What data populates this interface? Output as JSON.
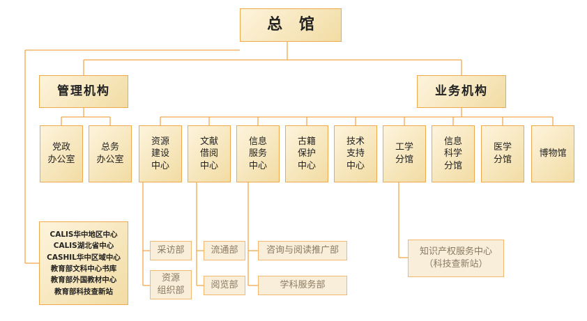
{
  "root": "总 馆",
  "management": {
    "label": "管理机构",
    "units": [
      "党政\n办公室",
      "总务\n办公室"
    ]
  },
  "business": {
    "label": "业务机构",
    "units": [
      "资源\n建设\n中心",
      "文献\n借阅\n中心",
      "信息\n服务\n中心",
      "古籍\n保护\n中心",
      "技术\n支持\n中心",
      "工学\n分馆",
      "信息\n科学\n分馆",
      "医学\n分馆",
      "博物馆"
    ]
  },
  "departments": {
    "caifang": "采访部",
    "ziyuan_zuzhi": "资源\n组织部",
    "liutong": "流通部",
    "yuelan": "阅览部",
    "zixun": "咨询与阅读推广部",
    "xueke": "学科服务部",
    "zhishi": "知识产权服务中心\n（科技查新站）"
  },
  "centers": [
    "CALIS华中地区中心",
    "CALIS湖北省中心",
    "CASHIL华中区域中心",
    "教育部文科中心书库",
    "教育部外国教材中心",
    "教育部科技查新站"
  ],
  "colors": {
    "line": "#f0a84c",
    "box_border": "#f0a84c",
    "box_fill": "#f5e3b5",
    "sub_text": "#8a7a62"
  }
}
